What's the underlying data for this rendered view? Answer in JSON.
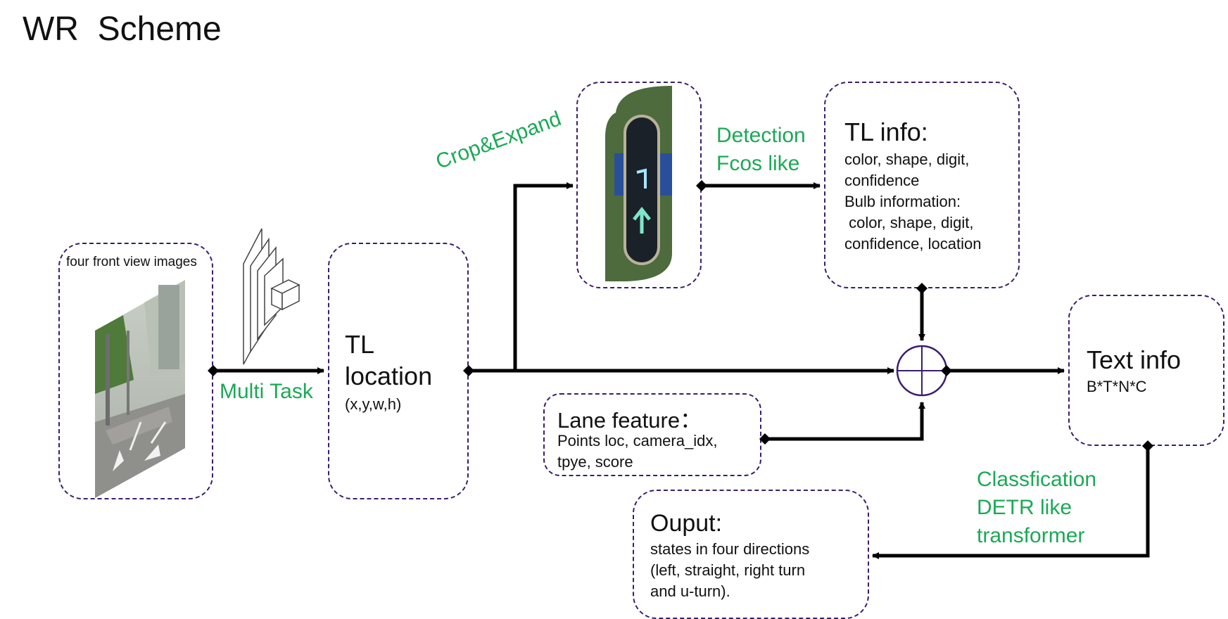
{
  "title": "WR  Scheme",
  "input_box": {
    "label": "four front view images"
  },
  "edge_multitask": "Multi Task",
  "tl_location": {
    "title_line1": "TL",
    "title_line2": "location",
    "sub": "(x,y,w,h)"
  },
  "edge_crop": "Crop&Expand",
  "edge_detection": {
    "line1": "Detection",
    "line2": "Fcos like"
  },
  "tl_info": {
    "title": "TL info:",
    "lines": [
      "color, shape, digit,",
      "confidence",
      "Bulb information:",
      " color, shape, digit,",
      "confidence, location"
    ]
  },
  "lane_feature": {
    "title": "Lane feature：",
    "lines": [
      "Points loc, camera_idx,",
      "tpye, score"
    ]
  },
  "text_info": {
    "title": "Text info",
    "sub": "B*T*N*C"
  },
  "edge_classification": {
    "line1": "Classfication",
    "line2": "DETR like",
    "line3": "transformer"
  },
  "output": {
    "title": "Ouput:",
    "lines": [
      "states in four directions",
      "(left, straight, right turn",
      "and u-turn)."
    ]
  },
  "colors": {
    "box_border": "#3b1d6e",
    "edge_label": "#1aaa55",
    "arrow": "#000000"
  }
}
